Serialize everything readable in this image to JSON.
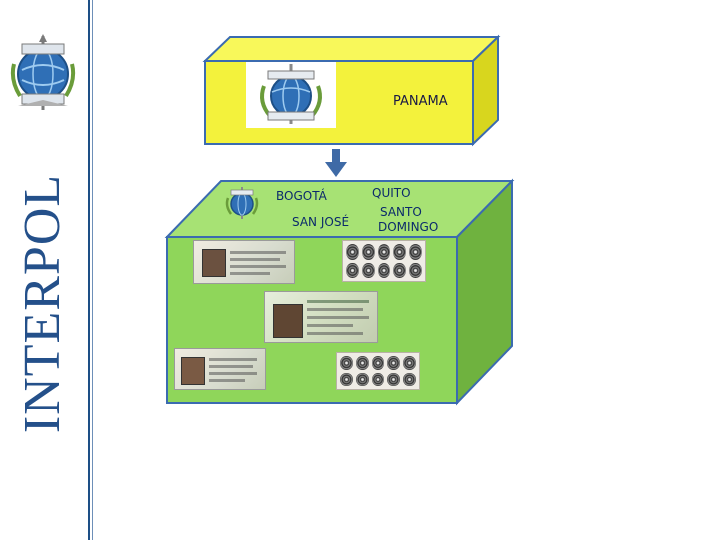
{
  "brand": {
    "wordmark": "INTERPOL",
    "emblem_icon": "interpol-emblem-icon"
  },
  "diagram": {
    "top_box": {
      "label": "PANAMA",
      "emblem_icon": "interpol-emblem-icon",
      "color": "#f3f23c"
    },
    "connector": {
      "icon": "arrow-down-icon",
      "color": "#3f6aa6"
    },
    "bottom_box": {
      "color": "#8fd65a",
      "emblem_icon": "interpol-emblem-icon",
      "labels": {
        "bogota": "BOGOTÁ",
        "quito": "QUITO",
        "san_jose": "SAN JOSÉ",
        "santo_domingo_line1": "SANTO",
        "santo_domingo_line2": "DOMINGO"
      },
      "images": [
        {
          "kind": "id-card",
          "icon": "id-card-icon"
        },
        {
          "kind": "fingerprints",
          "icon": "fingerprint-card-icon"
        },
        {
          "kind": "id-card",
          "icon": "id-card-icon"
        },
        {
          "kind": "id-card",
          "icon": "id-card-icon"
        },
        {
          "kind": "fingerprints",
          "icon": "fingerprint-card-icon"
        }
      ]
    }
  }
}
